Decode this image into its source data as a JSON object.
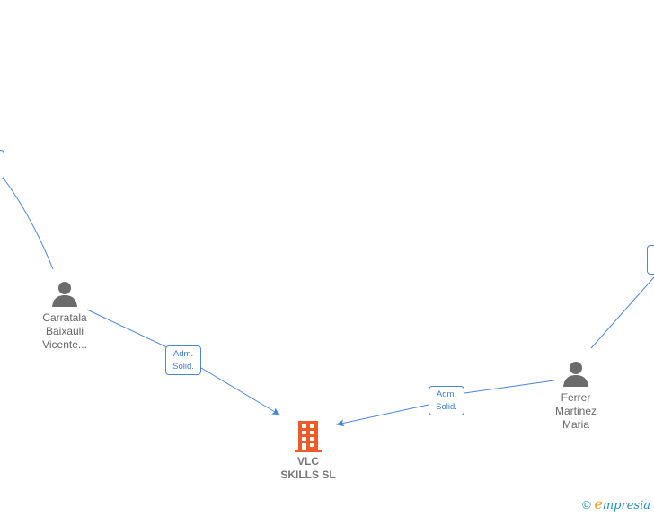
{
  "colors": {
    "edge": "#4a86d8",
    "person_icon": "#6b6b6b",
    "company_icon": "#f05a28",
    "label_text": "#666666",
    "badge_text": "#3a7bd5"
  },
  "nodes": {
    "company": {
      "line1": "VLC",
      "line2": "SKILLS  SL",
      "icon": "building-icon"
    },
    "person_left": {
      "line1": "Carratala",
      "line2": "Baixauli",
      "line3": "Vicente...",
      "icon": "person-icon"
    },
    "person_right": {
      "line1": "Ferrer",
      "line2": "Martinez",
      "line3": "Maria",
      "icon": "person-icon"
    }
  },
  "edges": [
    {
      "from": "person_left",
      "to": "company",
      "label_line1": "Adm.",
      "label_line2": "Solid."
    },
    {
      "from": "person_right",
      "to": "company",
      "label_line1": "Adm.",
      "label_line2": "Solid."
    }
  ],
  "footer": {
    "copyright": "©",
    "brand_first": "e",
    "brand_rest": "mpresia"
  }
}
